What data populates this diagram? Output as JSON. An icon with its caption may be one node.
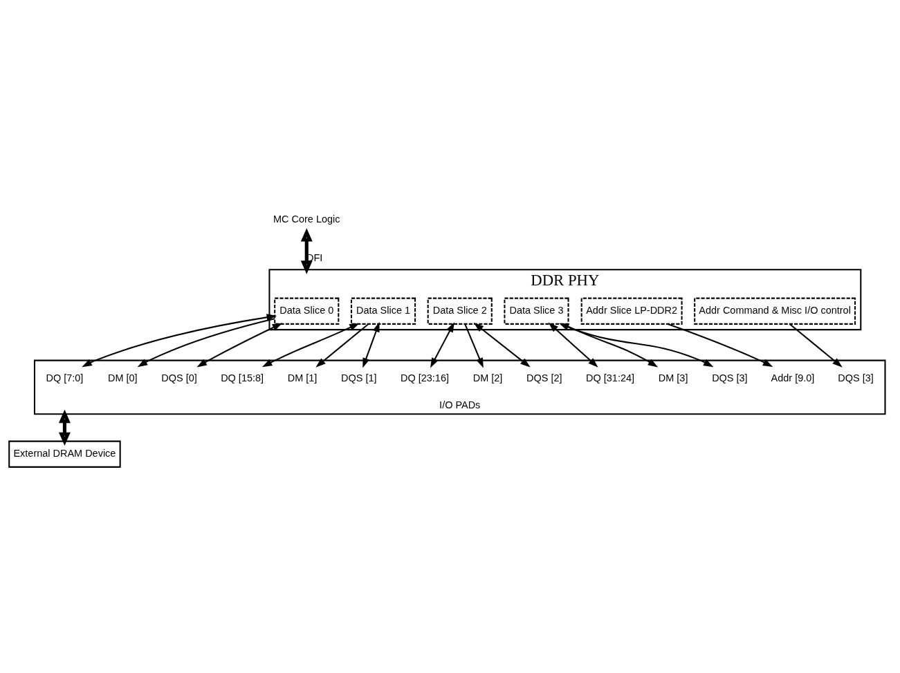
{
  "diagram": {
    "nodes": [
      {
        "text": [
          "MC Core Logic"
        ]
      },
      {
        "text": [
          "DDR PHY"
        ]
      },
      {
        "text": [
          "Data Slice 0"
        ],
        "in": 1
      },
      {
        "text": [
          "Data Slice 1"
        ],
        "in": 1
      },
      {
        "text": [
          "Data Slice 2"
        ],
        "in": 1
      },
      {
        "text": [
          "Data Slice 3"
        ],
        "in": 1
      },
      {
        "text": [
          "Addr Slice LP-DDR2"
        ],
        "in": 1
      },
      {
        "text": [
          "Addr Command & Misc I/O control"
        ],
        "in": 1
      },
      {
        "text": [
          "I/O PADs"
        ]
      },
      {
        "text": [
          "DQ [7:0]"
        ],
        "in": 8
      },
      {
        "text": [
          "DM [0]"
        ],
        "in": 8
      },
      {
        "text": [
          "DQS [0]"
        ],
        "in": 8
      },
      {
        "text": [
          "DQ [15:8]"
        ],
        "in": 8
      },
      {
        "text": [
          "DM [1]"
        ],
        "in": 8
      },
      {
        "text": [
          "DQS [1]"
        ],
        "in": 8
      },
      {
        "text": [
          "DQ [23:16]"
        ],
        "in": 8
      },
      {
        "text": [
          "DM [2]"
        ],
        "in": 8
      },
      {
        "text": [
          "DQS [2]"
        ],
        "in": 8
      },
      {
        "text": [
          "DQ [31:24]"
        ],
        "in": 8
      },
      {
        "text": [
          "DM [3]"
        ],
        "in": 8
      },
      {
        "text": [
          "DQS [3]"
        ],
        "in": 8
      },
      {
        "text": [
          "Addr [9.0]"
        ],
        "in": 8
      },
      {
        "text": [
          "DQS [3]"
        ],
        "in": 8
      },
      {
        "text": [
          "External DRAM Device"
        ]
      }
    ],
    "edges": [
      {
        "from": 0,
        "to": 1,
        "arrow": "both",
        "label": "DFI",
        "style": "thick"
      },
      {
        "from": 2,
        "to": 9,
        "arrow": "both"
      },
      {
        "from": 2,
        "to": 10,
        "arrow": "to"
      },
      {
        "from": 2,
        "to": 11,
        "arrow": "both"
      },
      {
        "from": 3,
        "to": 12,
        "arrow": "both"
      },
      {
        "from": 3,
        "to": 13,
        "arrow": "to"
      },
      {
        "from": 3,
        "to": 14,
        "arrow": "both"
      },
      {
        "from": 4,
        "to": 15,
        "arrow": "both"
      },
      {
        "from": 4,
        "to": 16,
        "arrow": "to"
      },
      {
        "from": 4,
        "to": 17,
        "arrow": "both"
      },
      {
        "from": 5,
        "to": 18,
        "arrow": "both"
      },
      {
        "from": 5,
        "to": 19,
        "arrow": "to"
      },
      {
        "from": 5,
        "to": 20,
        "arrow": "both"
      },
      {
        "from": 6,
        "to": 21,
        "arrow": "to"
      },
      {
        "from": 7,
        "to": 22,
        "arrow": "to"
      },
      {
        "from": 8,
        "to": 23,
        "arrow": "both",
        "style": "thick"
      }
    ]
  }
}
